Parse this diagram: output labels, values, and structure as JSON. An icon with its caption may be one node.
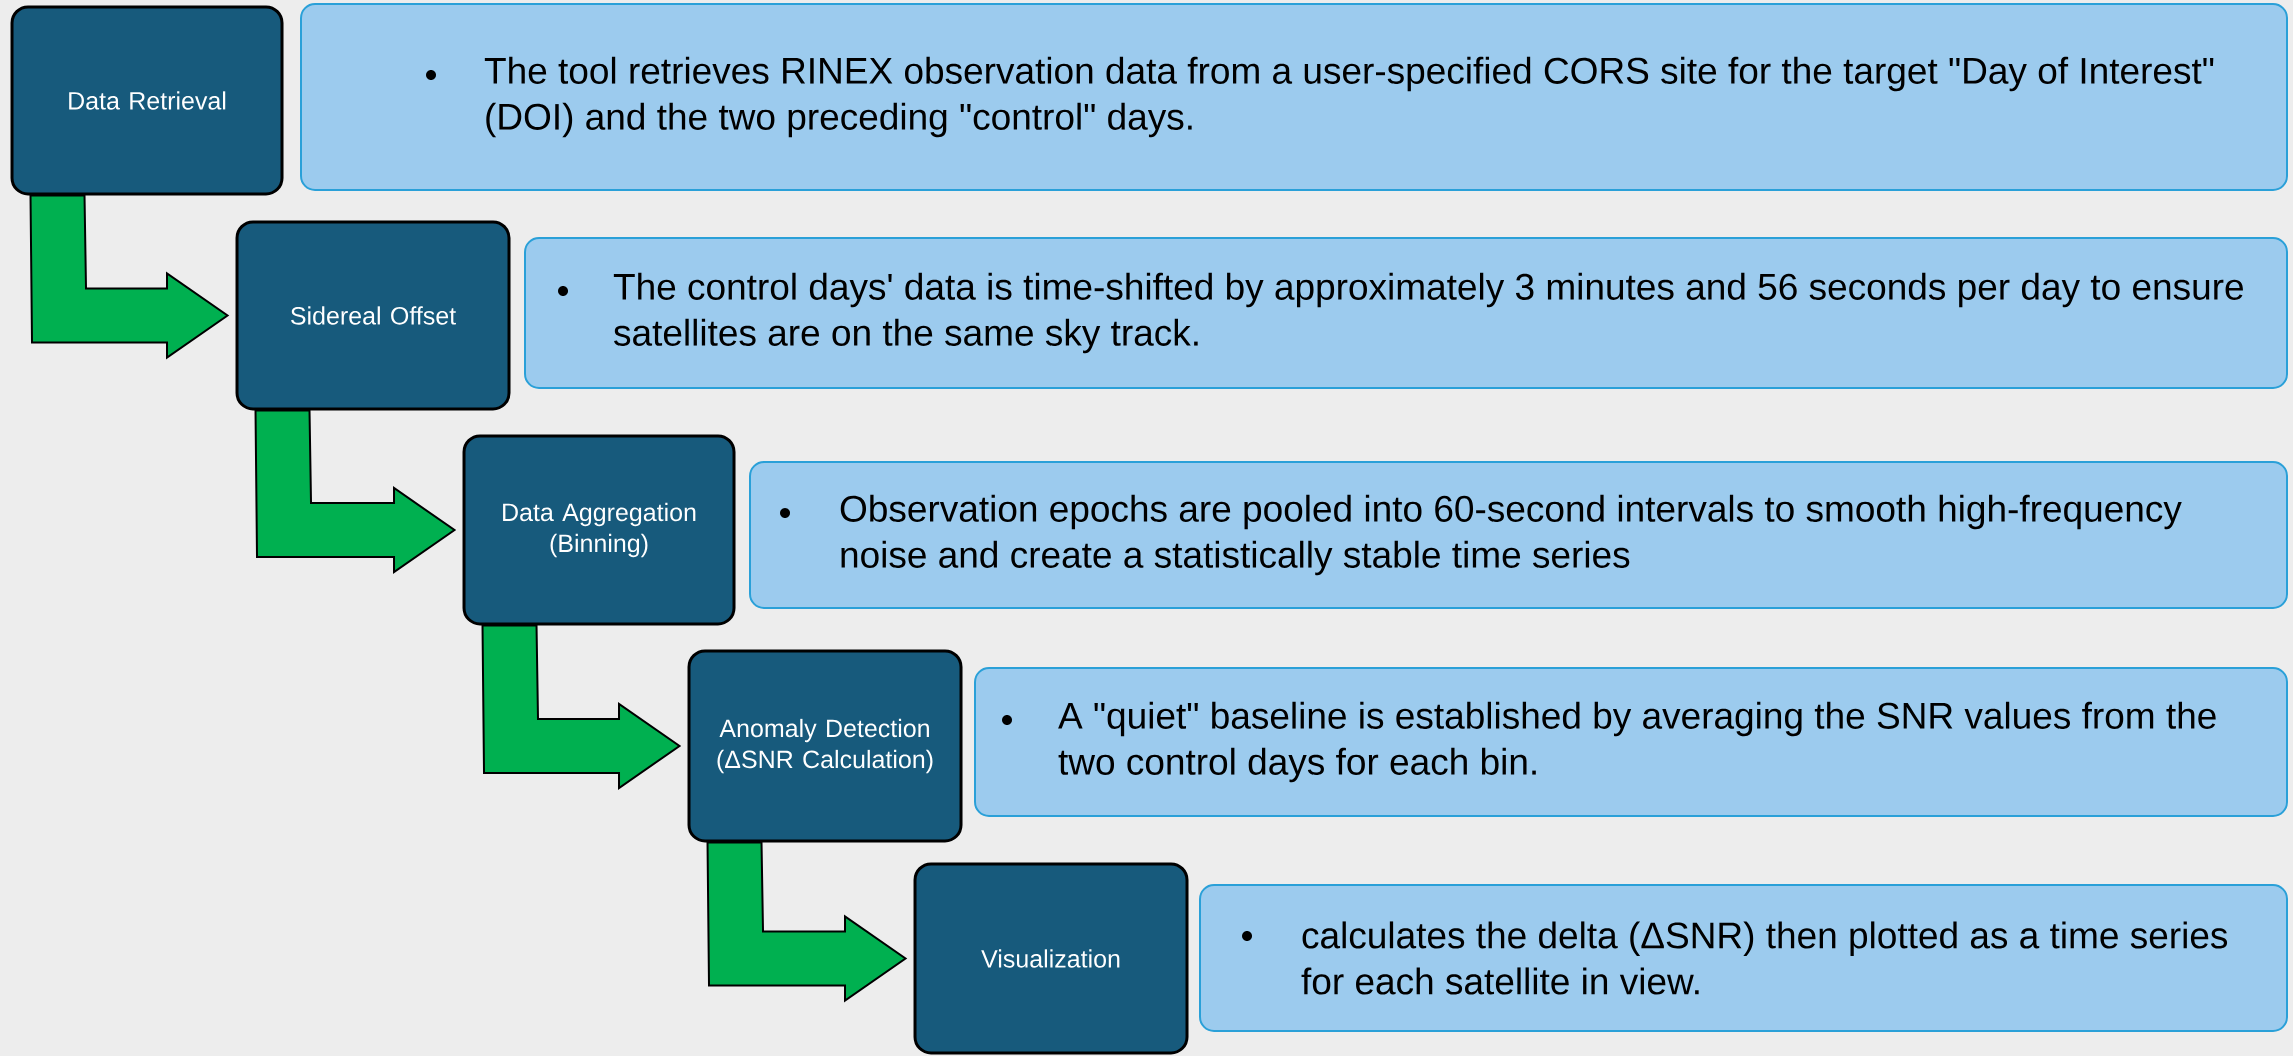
{
  "diagram": {
    "nodes": [
      {
        "text": [
          "Data Retrieval"
        ]
      },
      {
        "text": [
          "The tool retrieves RINEX observation data from a user-specified CORS site for the target \"Day of Interest\" (DOI) and the two preceding \"control\" days."
        ]
      },
      {
        "text": [
          "Sidereal Offset"
        ]
      },
      {
        "text": [
          "The control days' data is time-shifted by approximately 3 minutes and 56 seconds per day to ensure satellites are on the same sky track."
        ]
      },
      {
        "text": [
          "Data Aggregation (Binning)"
        ]
      },
      {
        "text": [
          "Observation epochs are pooled into 60-second intervals to smooth high-frequency noise and create a statistically stable time series"
        ]
      },
      {
        "text": [
          "Anomaly Detection (ΔSNR Calculation)"
        ]
      },
      {
        "text": [
          "A \"quiet\" baseline is established by averaging the SNR values from the two control days for each bin."
        ]
      },
      {
        "text": [
          "Visualization"
        ]
      },
      {
        "text": [
          "calculates the delta (ΔSNR) then plotted as a time series for each satellite in view."
        ]
      }
    ],
    "edges": [
      {
        "from": 0,
        "to": 2,
        "arrow": "to"
      },
      {
        "from": 2,
        "to": 4,
        "arrow": "to"
      },
      {
        "from": 4,
        "to": 6,
        "arrow": "to"
      },
      {
        "from": 6,
        "to": 8,
        "arrow": "to"
      }
    ]
  }
}
